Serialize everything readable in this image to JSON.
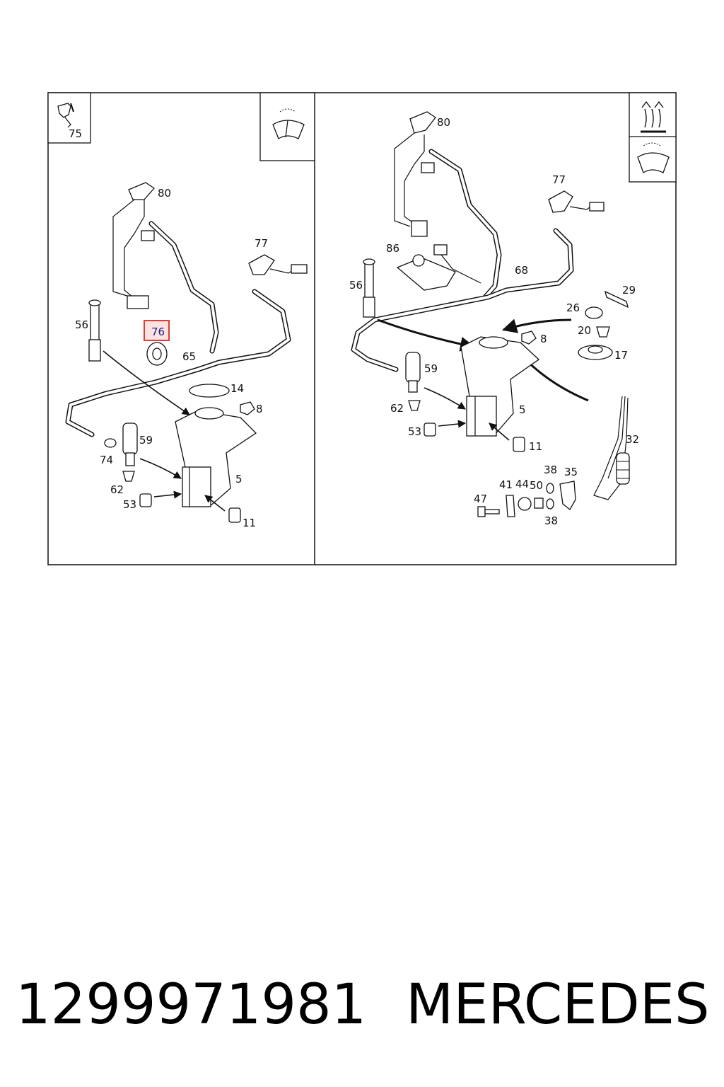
{
  "left_panel": {
    "corner_label": "75",
    "highlighted_label": "76",
    "callouts": [
      "80",
      "77",
      "56",
      "65",
      "14",
      "8",
      "59",
      "74",
      "62",
      "53",
      "5",
      "11"
    ]
  },
  "right_panel": {
    "callouts": [
      "80",
      "77",
      "86",
      "68",
      "56",
      "29",
      "26",
      "20",
      "8",
      "17",
      "59",
      "62",
      "5",
      "53",
      "11",
      "32",
      "38",
      "35",
      "41",
      "44",
      "50",
      "47",
      "38"
    ]
  },
  "footer": {
    "part_number": "1299971981",
    "brand": "MERCEDES"
  },
  "colors": {
    "highlight_border": "#e53935",
    "highlight_fill": "#fde2e2",
    "line": "#111111"
  },
  "icons": [
    "seat-symbol-icon",
    "windshield-washer-icon",
    "heated-washer-icon"
  ]
}
